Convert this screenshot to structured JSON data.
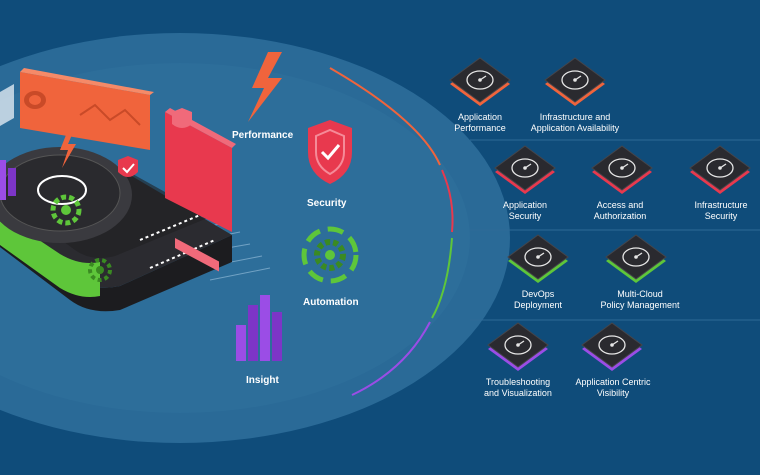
{
  "pillars": [
    {
      "id": "performance",
      "label": "Performance",
      "color": "#f0643c"
    },
    {
      "id": "security",
      "label": "Security",
      "color": "#e8394e"
    },
    {
      "id": "automation",
      "label": "Automation",
      "color": "#5ec63a"
    },
    {
      "id": "insight",
      "label": "Insight",
      "color": "#9b4de6"
    }
  ],
  "tiles": [
    {
      "name": "application-performance",
      "lines": [
        "Application",
        "Performance"
      ],
      "accent": "#f0643c",
      "icon": "gauge-icon"
    },
    {
      "name": "infrastructure-availability",
      "lines": [
        "Infrastructure and",
        "Application Availability"
      ],
      "accent": "#f0643c",
      "icon": "app-screen-icon"
    },
    {
      "name": "application-security",
      "lines": [
        "Application",
        "Security"
      ],
      "accent": "#e8394e",
      "icon": "shield-cloud-icon"
    },
    {
      "name": "access-authorization",
      "lines": [
        "Access and",
        "Authorization"
      ],
      "accent": "#e8394e",
      "icon": "user-network-icon"
    },
    {
      "name": "infrastructure-security",
      "lines": [
        "Infrastructure",
        "Security"
      ],
      "accent": "#e8394e",
      "icon": "firewall-icon"
    },
    {
      "name": "devops-deployment",
      "lines": [
        "DevOps",
        "Deployment"
      ],
      "accent": "#5ec63a",
      "icon": "gear-cloud-icon"
    },
    {
      "name": "multi-cloud-policy",
      "lines": [
        "Multi-Cloud",
        "Policy Management"
      ],
      "accent": "#5ec63a",
      "icon": "cloud-policy-icon"
    },
    {
      "name": "troubleshooting-visualization",
      "lines": [
        "Troubleshooting",
        "and Visualization"
      ],
      "accent": "#9b4de6",
      "icon": "search-chart-icon"
    },
    {
      "name": "application-centric-visibility",
      "lines": [
        "Application Centric",
        "Visibility"
      ],
      "accent": "#9b4de6",
      "icon": "radar-icon"
    }
  ]
}
